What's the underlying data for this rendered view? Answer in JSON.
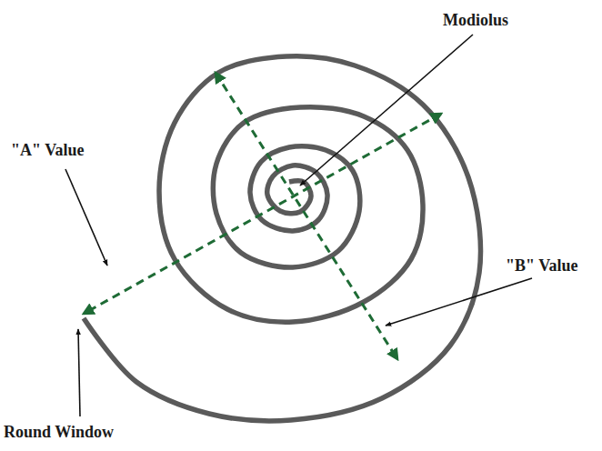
{
  "diagram": {
    "labels": [
      "Modiolus",
      "\"A\" Value",
      "\"B\" Value",
      "Round Window"
    ]
  }
}
